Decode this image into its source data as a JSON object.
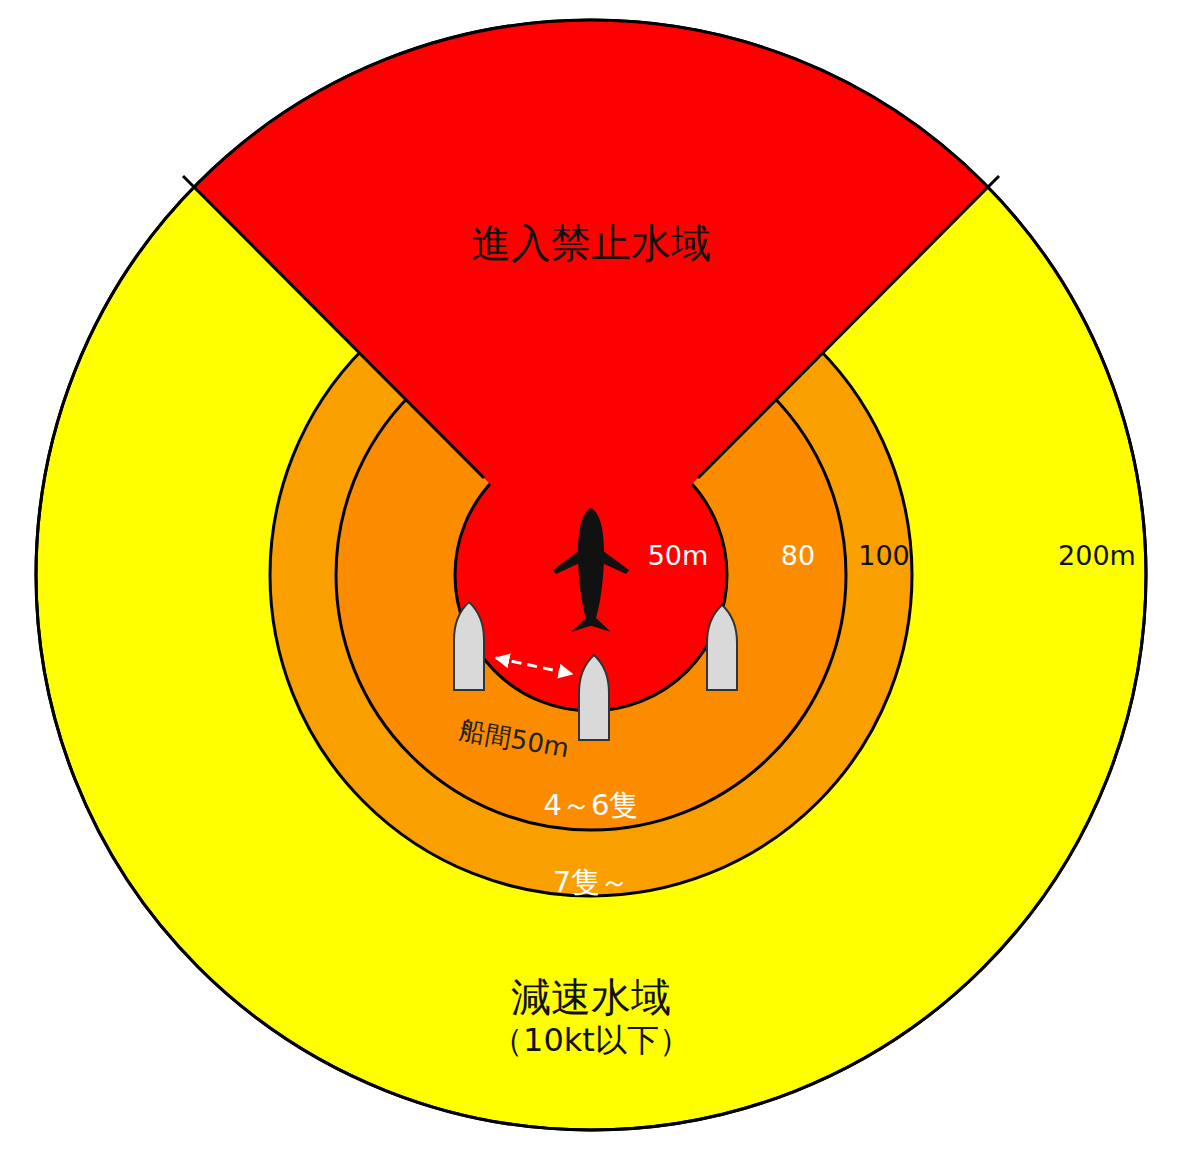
{
  "diagram": {
    "nodes": [
      {
        "text": [
          "減速水域",
          "（10kt以下）"
        ]
      },
      {
        "text": [
          "7隻～"
        ],
        "in": 0
      },
      {
        "text": [
          "4～6隻"
        ],
        "in": 1
      },
      {
        "text": [
          "進入禁止水域"
        ],
        "in": 0
      }
    ],
    "labels": [
      "50m",
      "80",
      "100",
      "200m",
      "船間50m"
    ]
  }
}
